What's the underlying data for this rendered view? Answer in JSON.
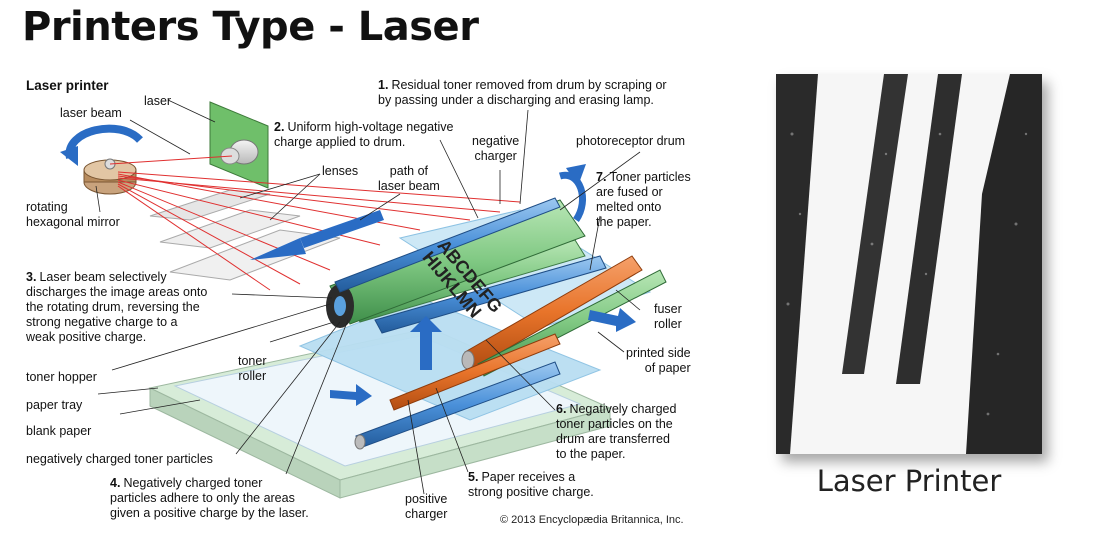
{
  "slide": {
    "title": "Printers Type - Laser"
  },
  "diagram": {
    "heading": "Laser printer",
    "labels": {
      "laser": "laser",
      "laser_beam": "laser beam",
      "lenses": "lenses",
      "path_of_laser_beam": "path of\nlaser beam",
      "rotating_mirror": "rotating\nhexagonal mirror",
      "negative_charger": "negative\ncharger",
      "photoreceptor_drum": "photoreceptor drum",
      "fuser_roller": "fuser\nroller",
      "printed_side": "printed side\nof paper",
      "toner_roller": "toner\nroller",
      "toner_hopper": "toner hopper",
      "paper_tray": "paper tray",
      "blank_paper": "blank paper",
      "neg_toner_particles": "negatively charged toner particles",
      "positive_charger": "positive\ncharger"
    },
    "steps": [
      {
        "num": "1.",
        "text": "Residual toner removed from drum by scraping or\nby passing under a discharging and erasing lamp."
      },
      {
        "num": "2.",
        "text": "Uniform high-voltage negative\ncharge applied to drum."
      },
      {
        "num": "3.",
        "text": "Laser beam selectively\ndischarges the image areas onto\nthe rotating drum, reversing the\nstrong negative charge to a\nweak positive charge."
      },
      {
        "num": "4.",
        "text": "Negatively charged toner\nparticles adhere to only the areas\ngiven a positive charge by the laser."
      },
      {
        "num": "5.",
        "text": "Paper receives a\nstrong positive charge."
      },
      {
        "num": "6.",
        "text": "Negatively charged\ntoner particles on the\ndrum are transferred\nto the paper."
      },
      {
        "num": "7.",
        "text": "Toner particles\nare fused or\nmelted onto\nthe paper."
      }
    ],
    "paper_text_1": "ABCDEFG",
    "paper_text_2": "HIJKLMN",
    "credit": "© 2013 Encyclopædia Britannica, Inc.",
    "colors": {
      "drum": "#7fc882",
      "fuser": "#e8742a",
      "charger": "#4a90d9",
      "paper": "#b9def2",
      "beam": "#e03030",
      "arrow": "#2a6cc4"
    }
  },
  "photo": {
    "caption": "Laser Printer"
  }
}
